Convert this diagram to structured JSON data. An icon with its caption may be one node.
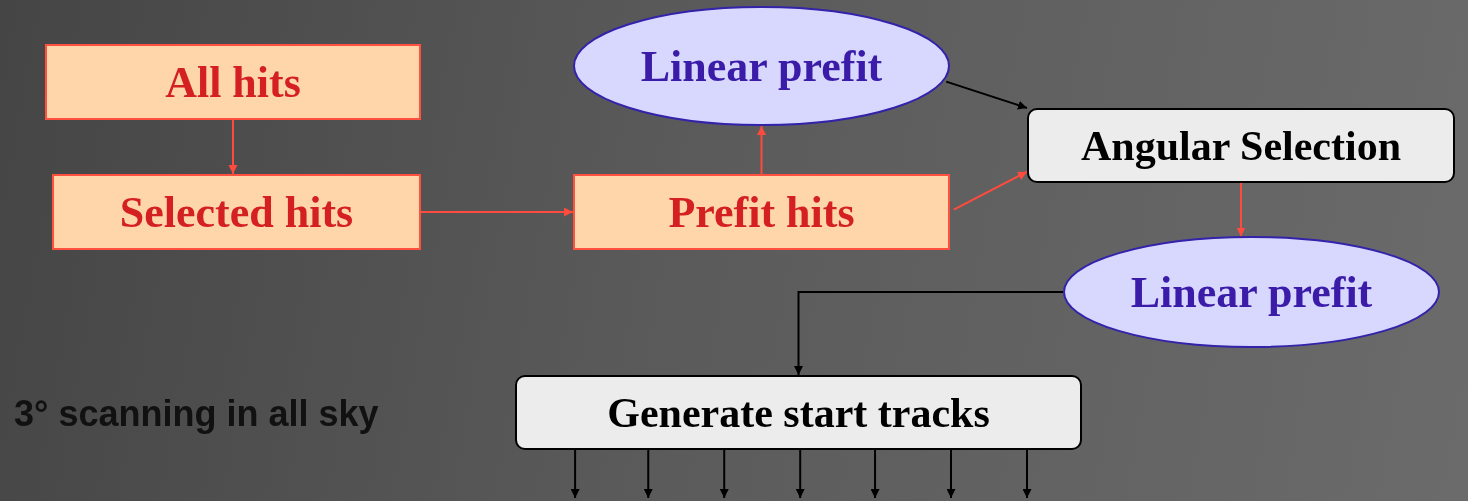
{
  "diagram": {
    "nodes": [
      {
        "text": [
          "All hits"
        ]
      },
      {
        "text": [
          "Selected hits"
        ]
      },
      {
        "text": [
          "Linear prefit"
        ]
      },
      {
        "text": [
          "Prefit hits"
        ]
      },
      {
        "text": [
          "Angular Selection"
        ]
      },
      {
        "text": [
          "Linear prefit"
        ]
      },
      {
        "text": [
          "Generate start tracks"
        ]
      }
    ],
    "edges": [
      {
        "from": 0,
        "to": 1,
        "arrow": "to",
        "color": "#ff4b3e"
      },
      {
        "from": 1,
        "to": 3,
        "arrow": "to",
        "color": "#ff4b3e"
      },
      {
        "from": 3,
        "to": 2,
        "arrow": "to",
        "color": "#ff4b3e"
      },
      {
        "from": 2,
        "to": 4,
        "arrow": "to"
      },
      {
        "from": 3,
        "to": 4,
        "arrow": "to",
        "color": "#ff4b3e"
      },
      {
        "from": 4,
        "to": 5,
        "arrow": "to",
        "color": "#ff4b3e"
      },
      {
        "from": 5,
        "to": 6,
        "arrow": "to"
      },
      {
        "from": 6,
        "to": null,
        "arrow": "to"
      },
      {
        "from": 6,
        "to": null,
        "arrow": "to"
      },
      {
        "from": 6,
        "to": null,
        "arrow": "to"
      },
      {
        "from": 6,
        "to": null,
        "arrow": "to"
      },
      {
        "from": 6,
        "to": null,
        "arrow": "to"
      },
      {
        "from": 6,
        "to": null,
        "arrow": "to"
      },
      {
        "from": 6,
        "to": null,
        "arrow": "to"
      }
    ],
    "labels": [
      "3° scanning in all sky"
    ]
  }
}
